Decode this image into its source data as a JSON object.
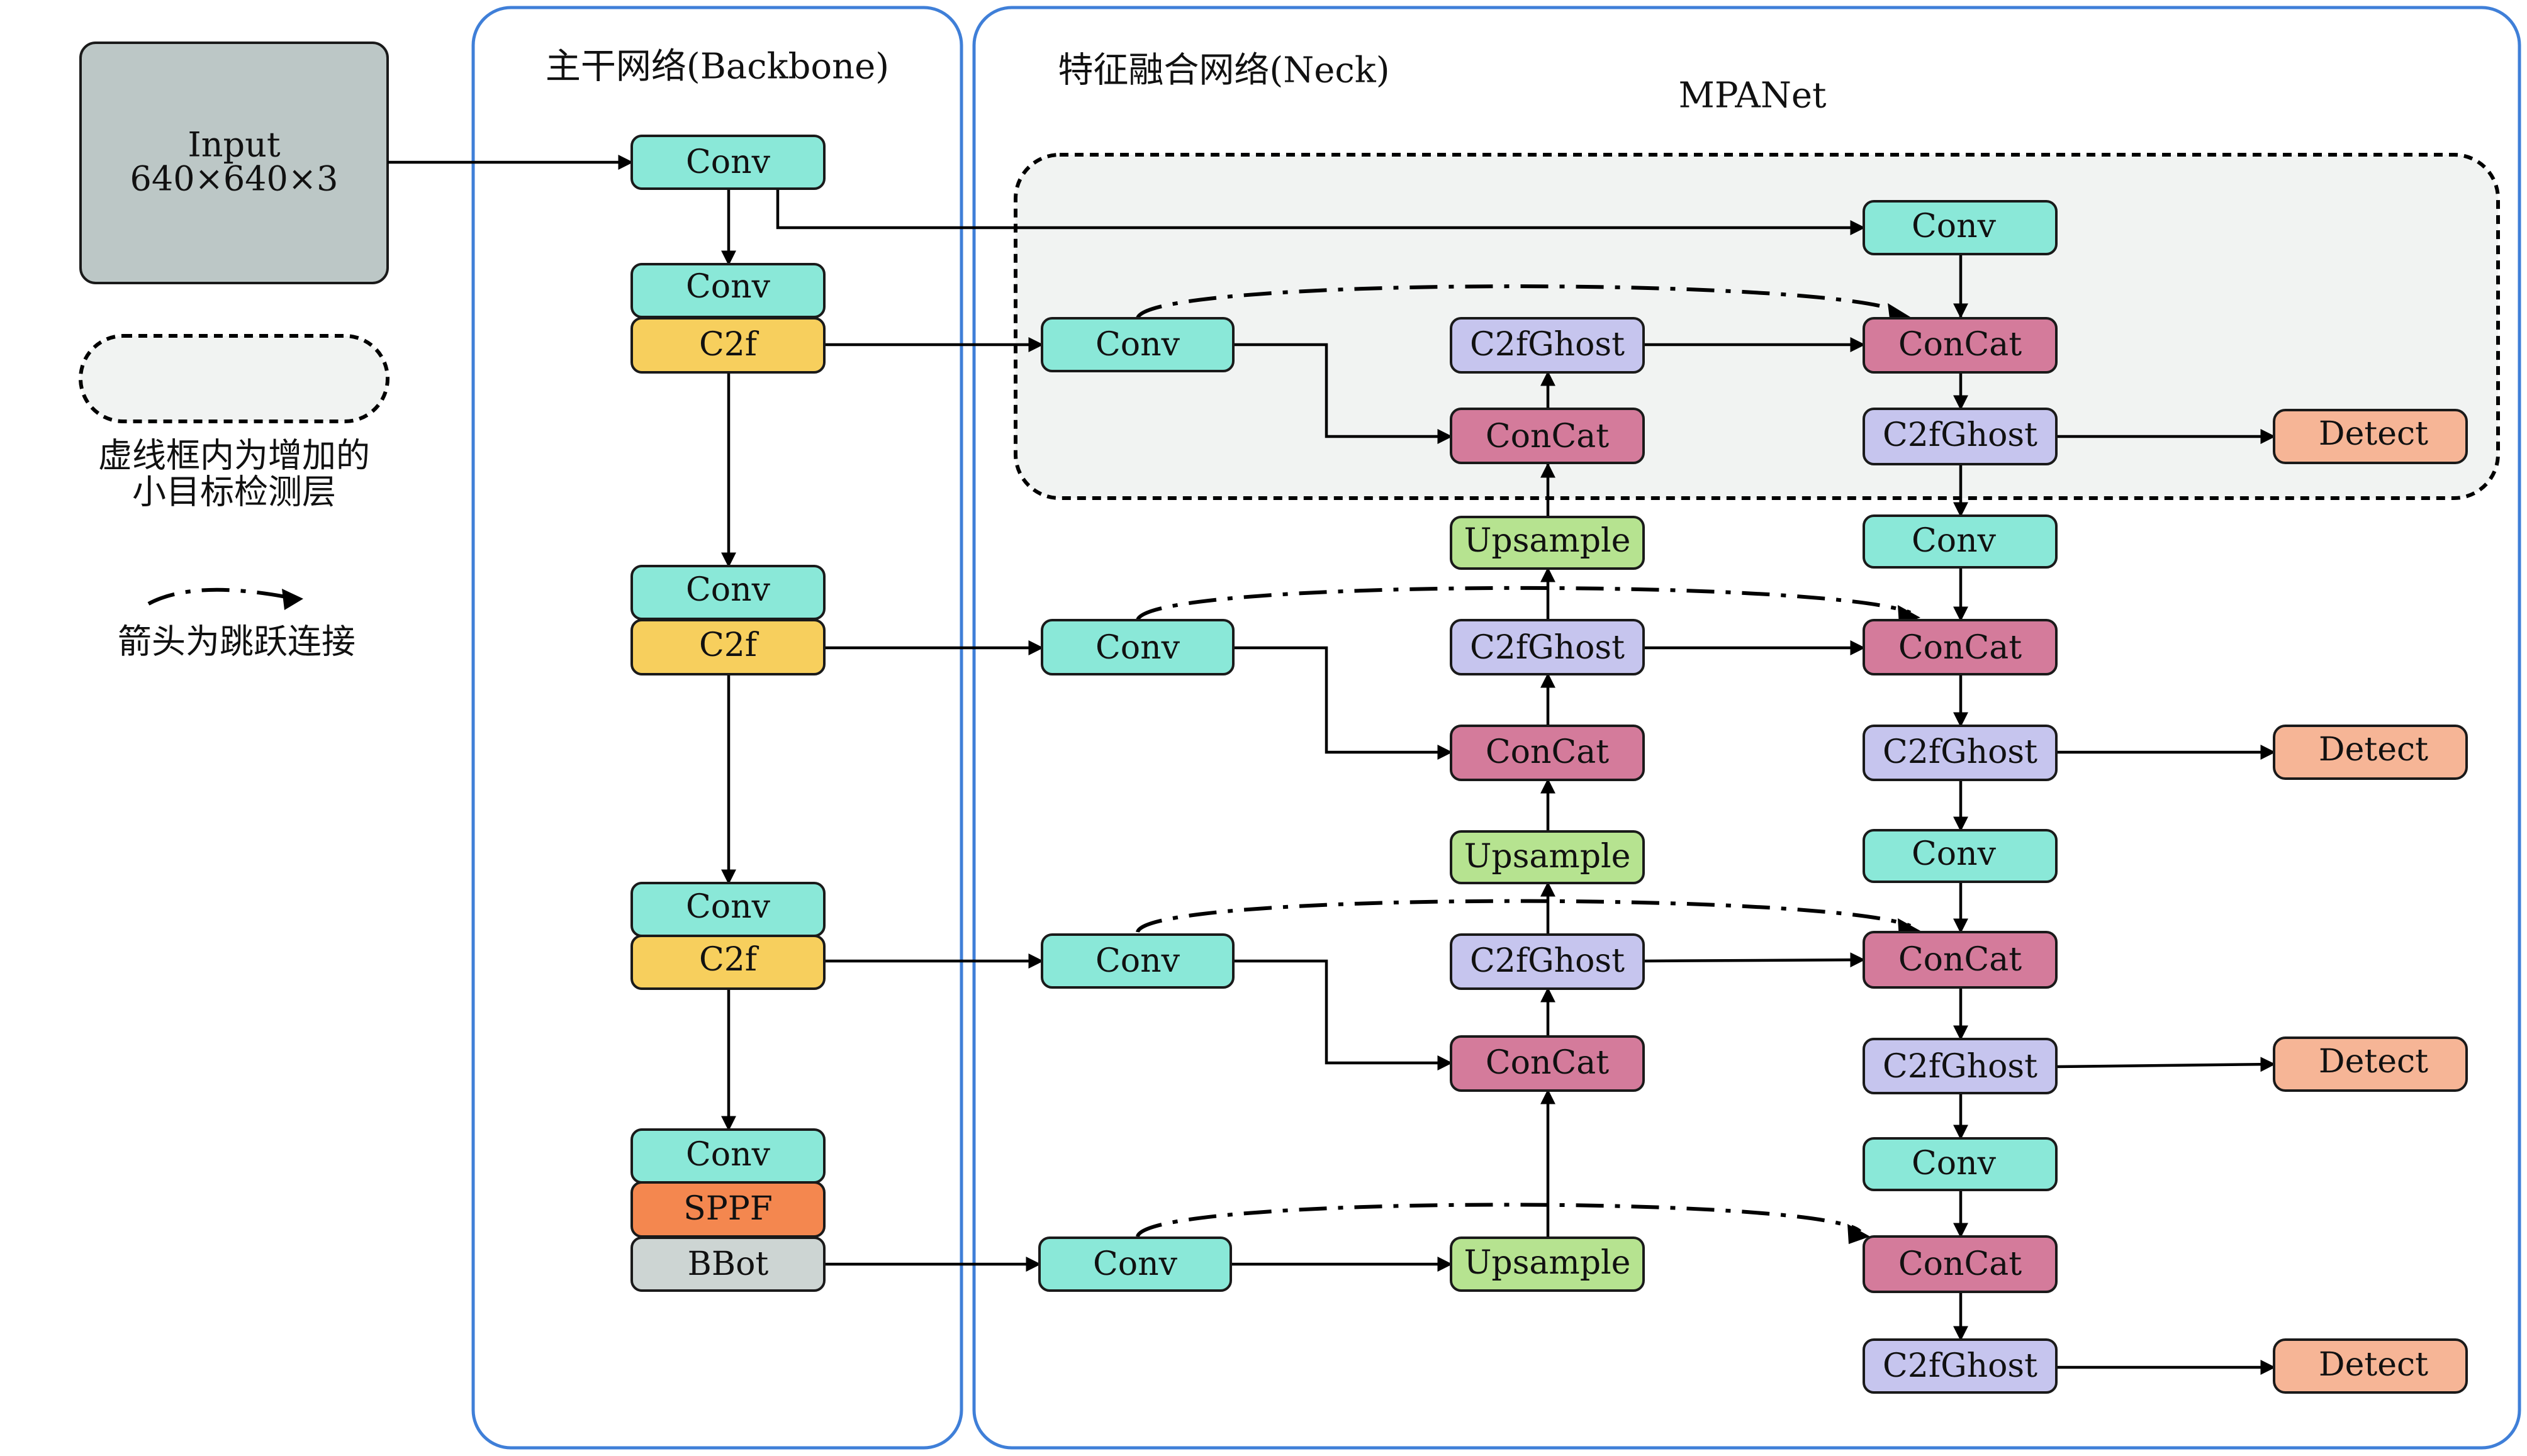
{
  "labels": {
    "backbone": "主干网络(Backbone)",
    "neck": "特征融合网络(Neck)",
    "mpanet": "MPANet",
    "input_line1": "Input",
    "input_line2": "640×640×3",
    "legend_dashed_line1": "虚线框内为增加的",
    "legend_dashed_line2": "小目标检测层",
    "legend_skip": "箭头为跳跃连接"
  },
  "modules": {
    "conv": "Conv",
    "c2f": "C2f",
    "sppf": "SPPF",
    "bbot": "BBot",
    "c2fghost": "C2fGhost",
    "concat": "ConCat",
    "upsample": "Upsample",
    "detect": "Detect"
  },
  "colors": {
    "conv": "#8ae8d8",
    "c2f": "#f7cf5d",
    "sppf": "#f4874f",
    "bbot": "#cdd5d3",
    "c2fghost": "#c6c5ee",
    "concat": "#d47b9b",
    "upsample": "#b6e390",
    "detect": "#f6b596",
    "input": "#bcc7c6",
    "panel_border": "#3f7fd8",
    "extra_region": "#f1f3f2"
  }
}
